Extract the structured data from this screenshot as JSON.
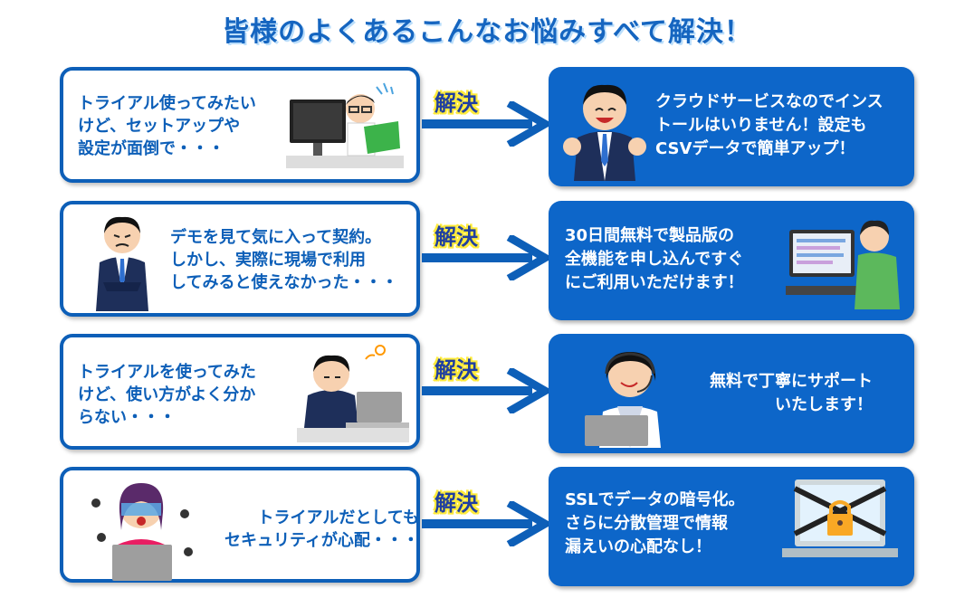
{
  "title": "皆様のよくあるこんなお悩みすべて解決！",
  "arrow_label": "解決",
  "colors": {
    "primary": "#0d5fb8",
    "solution_bg": "#0d66c9",
    "label_highlight": "#ffeb3b"
  },
  "rows": [
    {
      "problem": "トライアル使ってみたい\nけど、セットアップや\n設定が面倒で・・・",
      "problem_icon": "worried-man-at-computer-icon",
      "solution": "クラウドサービスなのでインス\nトールはいりません！設定も\nCSVデータで簡単アップ！",
      "solution_icon": "happy-businessman-icon"
    },
    {
      "problem": "デモを見て気に入って契約。\nしかし、実際に現場で利用\nしてみると使えなかった・・・",
      "problem_icon": "troubled-businessman-icon",
      "solution": "30日間無料で製品版の\n全機能を申し込んですぐ\nにご利用いただけます！",
      "solution_icon": "man-using-computer-icon"
    },
    {
      "problem": "トライアルを使ってみた\nけど、使い方がよく分か\nらない・・・",
      "problem_icon": "confused-man-at-laptop-icon",
      "solution": "無料で丁寧にサポート\nいたします！",
      "solution_icon": "support-operator-icon"
    },
    {
      "problem": "トライアルだとしても\nセキュリティが心配・・・",
      "problem_icon": "scared-woman-virus-icon",
      "solution": "SSLでデータの暗号化。\nさらに分散管理で情報\n漏えいの心配なし！",
      "solution_icon": "locked-laptop-icon"
    }
  ]
}
